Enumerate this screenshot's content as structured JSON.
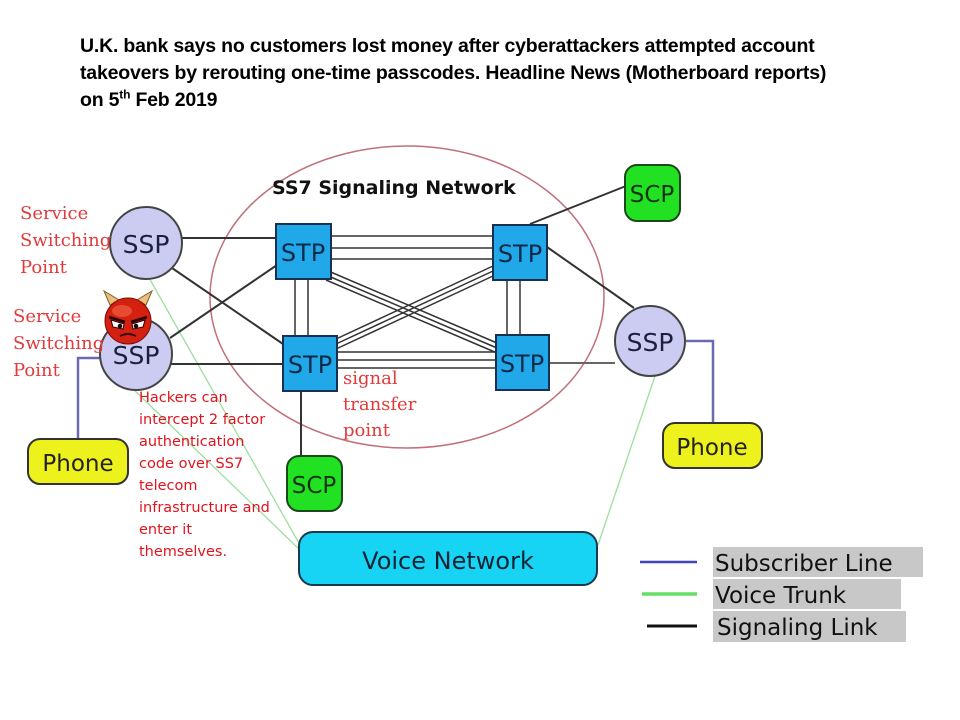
{
  "headline": {
    "line1": "U.K. bank says no customers lost money after cyberattackers attempted account",
    "line2": "takeovers by rerouting one-time passcodes. Headline News (Motherboard reports)",
    "line3_prefix": "on 5",
    "line3_sup": "th",
    "line3_suffix": " Feb 2019"
  },
  "diagram": {
    "network_title": "SS7 Signaling Network",
    "nodes": {
      "ssp_top_left": "SSP",
      "ssp_mid_left": "SSP",
      "ssp_right": "SSP",
      "stp_top_left": "STP",
      "stp_top_right": "STP",
      "stp_bottom_left": "STP",
      "stp_bottom_right": "STP",
      "scp_top": "SCP",
      "scp_bottom": "SCP",
      "phone_left": "Phone",
      "phone_right": "Phone",
      "voice_network": "Voice Network"
    },
    "annotations": {
      "ssp_label_1": [
        "Service",
        "Switching",
        "Point"
      ],
      "ssp_label_2": [
        "Service",
        "Switching",
        "Point"
      ],
      "stp_label": [
        "signal",
        "transfer",
        "point"
      ],
      "hacker_note": [
        "Hackers can",
        "intercept 2 factor",
        "authentication",
        "code over SS7",
        "telecom",
        "infrastructure and",
        "enter it",
        "themselves."
      ]
    },
    "icons": {
      "attacker": "devil-face-icon"
    },
    "colors": {
      "ssp_fill": "#ccccf2",
      "stp_fill": "#20a8e8",
      "scp_fill": "#22e022",
      "phone_fill": "#eef21c",
      "voice_fill": "#18d4f4",
      "ellipse_stroke": "#c0707a",
      "subscriber_line": "#5555aa",
      "voice_trunk": "#88dd88",
      "signaling_link": "#333333",
      "annotation_red": "#e0141e"
    }
  },
  "legend": {
    "items": [
      {
        "label": "Subscriber Line",
        "color": "#4444bb"
      },
      {
        "label": "Voice Trunk",
        "color": "#66dd66"
      },
      {
        "label": "Signaling Link",
        "color": "#111111"
      }
    ]
  }
}
